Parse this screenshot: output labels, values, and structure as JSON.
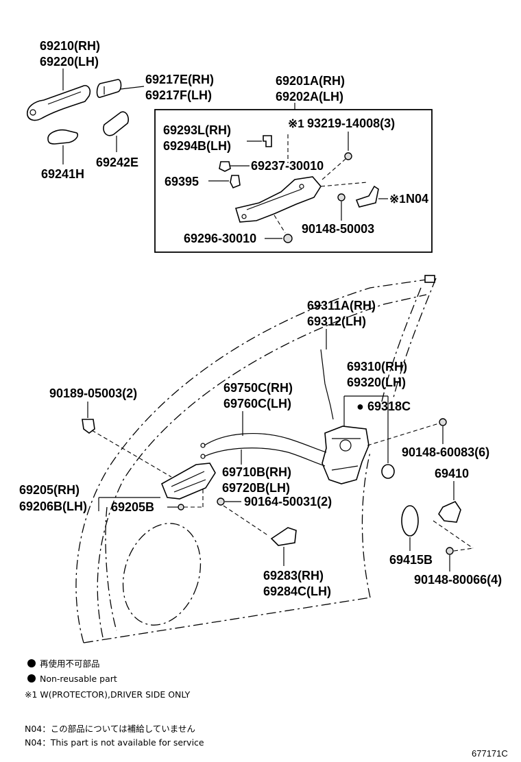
{
  "parts": {
    "outside_handle": [
      "69210(RH)",
      "69220(LH)"
    ],
    "handle_cover": [
      "69217E(RH)",
      "69217F(LH)"
    ],
    "frame_assy": [
      "69201A(RH)",
      "69202A(LH)"
    ],
    "pad_69241": "69241H",
    "pad_69242": "69242E",
    "sub_69293": [
      "69293L(RH)",
      "69294B(LH)"
    ],
    "screw_93219": "93219-14008(3)",
    "clip_69237": "69237-30010",
    "grommet_69395": "69395",
    "n04_mark": "N04",
    "bolt_90148_50003": "90148-50003",
    "screw_69296": "69296-30010",
    "rod_69311": [
      "69311A(RH)",
      "69312(LH)"
    ],
    "lock_69310": [
      "69310(RH)",
      "69320(LH)"
    ],
    "pad_69318": "69318C",
    "cable_69750": [
      "69750C(RH)",
      "69760C(LH)"
    ],
    "clip_90189": "90189-05003(2)",
    "cable_69710": [
      "69710B(RH)",
      "69720B(LH)"
    ],
    "inside_handle": [
      "69205(RH)",
      "69206B(LH)"
    ],
    "bezel_69205b": "69205B",
    "screw_90164": "90164-50031(2)",
    "bolt_90148_60083": "90148-60083(6)",
    "striker_69410": "69410",
    "plate_69415": "69415B",
    "bolt_90148_80066": "90148-80066(4)",
    "cover_69283": [
      "69283(RH)",
      "69284C(LH)"
    ]
  },
  "marks": {
    "asterisk": "※1",
    "bullet": "●"
  },
  "legend": {
    "nonreusable_jp": "再使用不可部品",
    "nonreusable_en": "Non-reusable part",
    "protector_note": "※1 W(PROTECTOR),DRIVER SIDE ONLY",
    "n04_jp": "N04：この部品については補給していません",
    "n04_en": "N04：This part is not available for service"
  },
  "diagram_code": "677171C"
}
